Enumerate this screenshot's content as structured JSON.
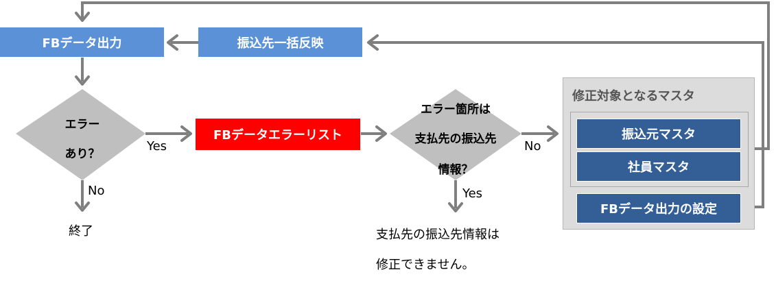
{
  "boxes": {
    "fb_output": "FBデータ出力",
    "bulk_reflect": "振込先一括反映",
    "error_list": "FBデータエラーリスト",
    "source_master": "振込元マスタ",
    "employee_master": "社員マスタ",
    "fb_settings": "FBデータ出力の設定"
  },
  "decisions": {
    "error_line1": "エラー",
    "error_line2": "あり？",
    "location_line1": "エラー箇所は",
    "location_line2": "支払先の振込先",
    "location_line3": "情報？"
  },
  "group": {
    "title": "修正対象となるマスタ"
  },
  "labels": {
    "yes_1": "Yes",
    "no_1": "No",
    "no_2": "No",
    "yes_2": "Yes",
    "end": "終了",
    "note_line1": "支払先の振込先情報は",
    "note_line2": "修正できません。"
  },
  "colors": {
    "light_blue": "#5b91d6",
    "navy": "#335e96",
    "red": "#ff0000",
    "gray": "#bfbfbf",
    "arrow": "#7f7f7f"
  }
}
